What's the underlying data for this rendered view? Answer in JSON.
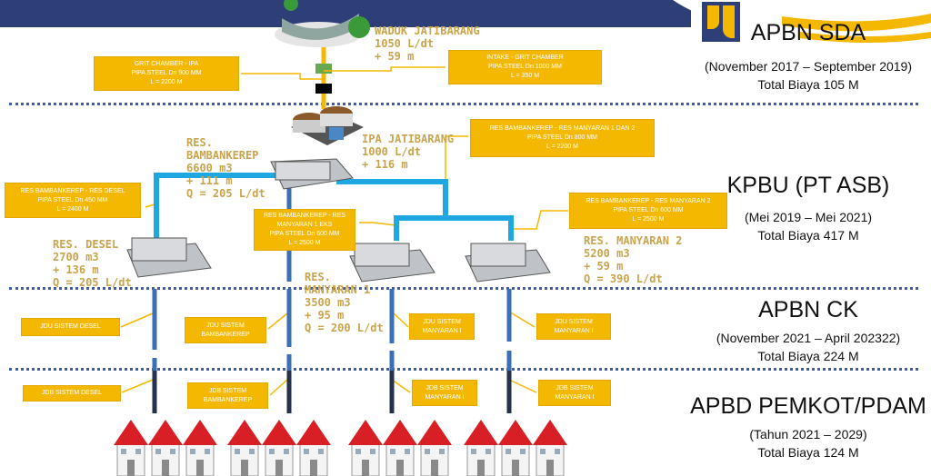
{
  "colors": {
    "banner": "#2e3f77",
    "box": "#f5b800",
    "label": "#c9a44c",
    "pipe_main": "#1ea7e1",
    "pipe_dist": "#3b6fb6",
    "pipe_jdb": "#25304a",
    "roof": "#d91f26",
    "dotted": "#3d5fa8"
  },
  "logo": {
    "icon": "pu-logo"
  },
  "stages": [
    {
      "title": "APBN SDA",
      "period": "(November 2017 – September 2019)",
      "cost": "Total Biaya 105 M"
    },
    {
      "title": "KPBU (PT ASB)",
      "period": "(Mei 2019 – Mei 2021)",
      "cost": "Total Biaya 417 M"
    },
    {
      "title": "APBN CK",
      "period": "(November 2021 – April 202322)",
      "cost": "Total Biaya 224 M"
    },
    {
      "title": "APBD PEMKOT/PDAM",
      "period": "(Tahun 2021 – 2029)",
      "cost": "Total Biaya 124 M"
    }
  ],
  "facilities": {
    "waduk": "WADUK JATIBARANG\n1050 L/dt\n+ 59 m",
    "ipa": "IPA JATIBARANG\n1000 L/dt\n+ 116 m",
    "bambankerep": "RES.\nBAMBANKEREP\n6600 m3\n+ 111 m\nQ = 205 L/dt",
    "desel": "RES. DESEL\n2700 m3\n+ 136 m\nQ = 205 L/dt",
    "manyaran1": "RES.\nMANYARAN 1\n3500 m3\n+ 95 m\nQ = 200 L/dt",
    "manyaran2": "RES. MANYARAN 2\n5200 m3\n+ 59 m\nQ = 390 L/dt"
  },
  "pipes": {
    "grit_ipa": [
      "GRIT CHAMBER - IPA",
      "PIPA STEEL Dn 900 MM",
      "L = 2200 M"
    ],
    "intake_grit": [
      "INTAKE - GRIT CHAMBER",
      "PIPA STEEL Dn 1000 MM",
      "L = 350 M"
    ],
    "bamb_many12": [
      "RES BAMBANKEREP - RES MANYARAN 1 DAN 2",
      "PIPA STEEL Dn 800 MM",
      "L = 2200 M"
    ],
    "bamb_desel": [
      "RES BAMBANKEREP - RES DESEL",
      "PIPA STEEL Dn 450 MM",
      "L = 2400 M"
    ],
    "bamb_many1eks": [
      "RES BAMBANKEREP - RES",
      "MANYARAN 1 EKS",
      "PIPA STEEL Dn 600 MM",
      "L = 2500 M"
    ],
    "bamb_many2": [
      "RES BAMBANKEREP - RES MANYARAN 2",
      "PIPA STEEL Dn 600 MM",
      "L = 2500 M"
    ]
  },
  "jdu": [
    [
      "JDU SISTEM DESEL"
    ],
    [
      "JDU SISTEM",
      "BAMBANKEREP"
    ],
    [
      "JDU SISTEM",
      "MANYARAN I"
    ],
    [
      "JDU SISTEM",
      "MANYARAN I"
    ]
  ],
  "jdb": [
    [
      "JDB SISTEM DESEL"
    ],
    [
      "JDB SISTEM",
      "BAMBANKEREP"
    ],
    [
      "JDB SISTEM",
      "MANYARAN I"
    ],
    [
      "JDB SISTEM",
      "MANYARAN I"
    ]
  ]
}
